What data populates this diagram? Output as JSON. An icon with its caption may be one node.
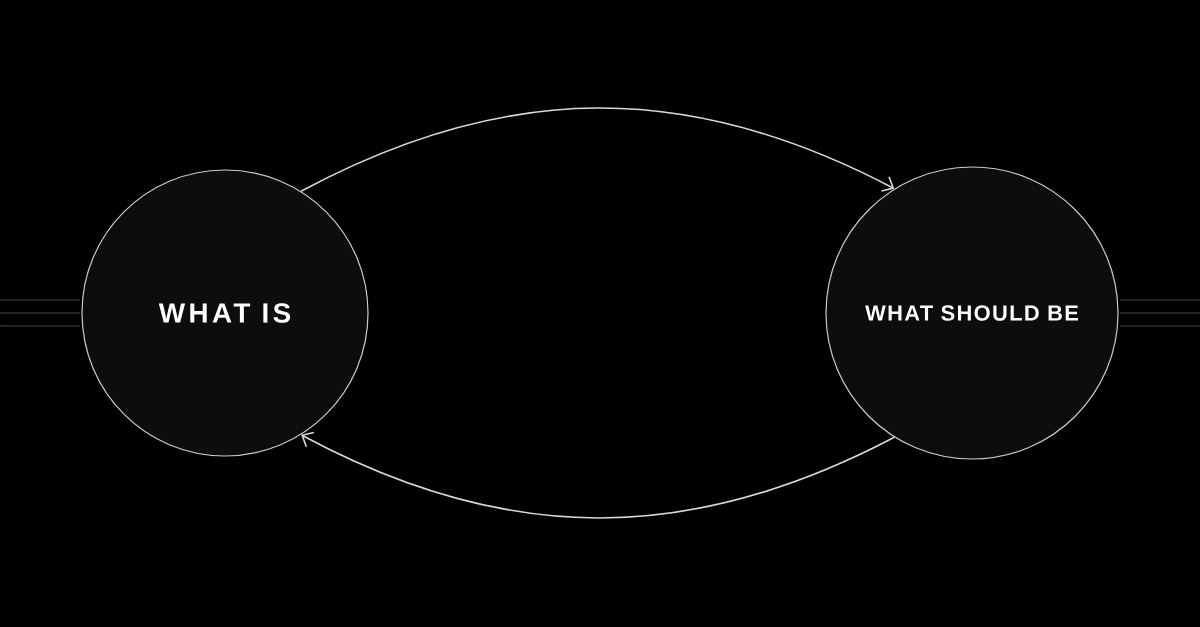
{
  "diagram": {
    "nodes": [
      {
        "text": [
          "WHAT IS"
        ]
      },
      {
        "text": [
          "WHAT SHOULD BE"
        ]
      }
    ],
    "edges": [
      {
        "from": 0,
        "to": 1,
        "arrow": "to"
      },
      {
        "from": 1,
        "to": 0,
        "arrow": "to"
      }
    ]
  }
}
